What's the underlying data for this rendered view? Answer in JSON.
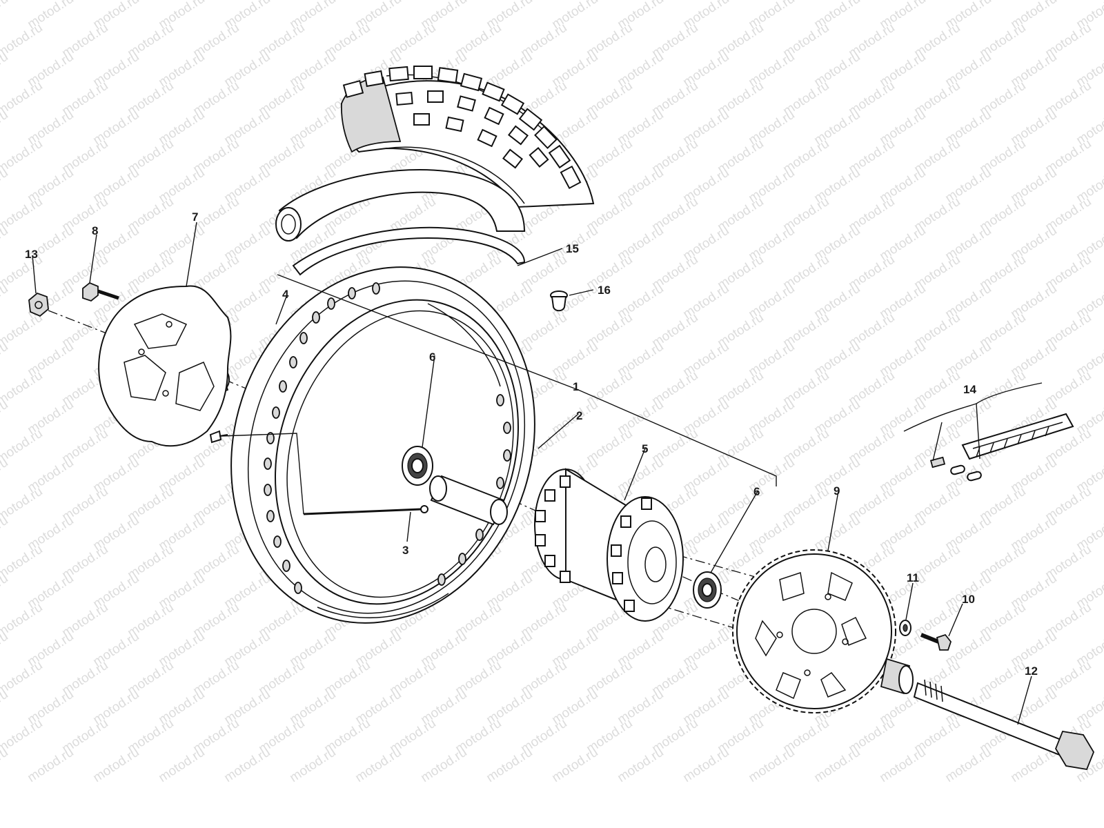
{
  "watermark_text": "motod.ru",
  "parts": [
    {
      "id": "1",
      "label": "1"
    },
    {
      "id": "2",
      "label": "2"
    },
    {
      "id": "3",
      "label": "3"
    },
    {
      "id": "4",
      "label": "4"
    },
    {
      "id": "5",
      "label": "5"
    },
    {
      "id": "6a",
      "label": "6"
    },
    {
      "id": "6b",
      "label": "6"
    },
    {
      "id": "7",
      "label": "7"
    },
    {
      "id": "8",
      "label": "8"
    },
    {
      "id": "9",
      "label": "9"
    },
    {
      "id": "10",
      "label": "10"
    },
    {
      "id": "11",
      "label": "11"
    },
    {
      "id": "12",
      "label": "12"
    },
    {
      "id": "13",
      "label": "13"
    },
    {
      "id": "14",
      "label": "14"
    },
    {
      "id": "15",
      "label": "15"
    },
    {
      "id": "16",
      "label": "16"
    }
  ]
}
